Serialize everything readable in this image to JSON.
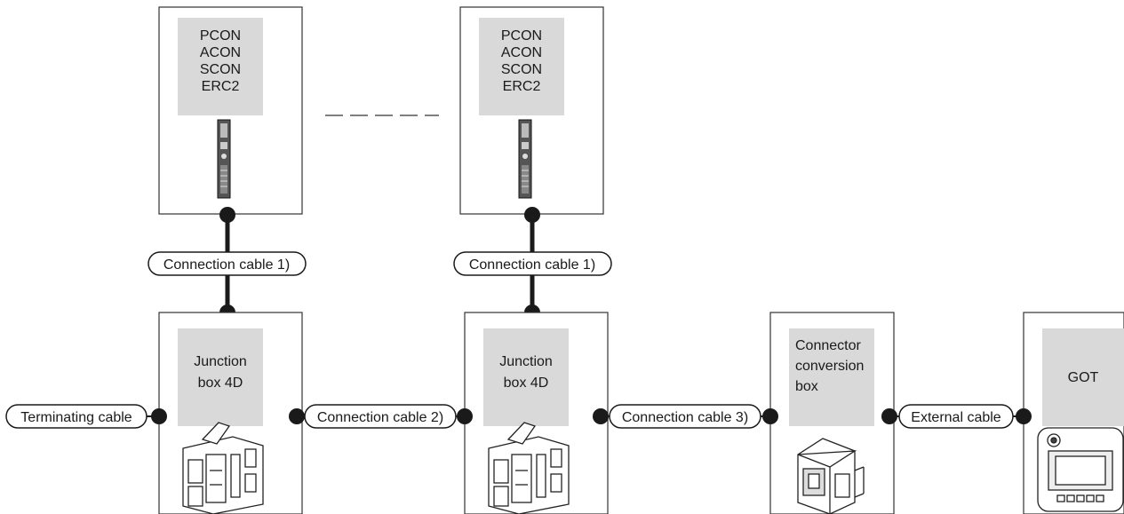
{
  "controllers": [
    {
      "lines": [
        "PCON",
        "ACON",
        "SCON",
        "ERC2"
      ]
    },
    {
      "lines": [
        "PCON",
        "ACON",
        "SCON",
        "ERC2"
      ]
    }
  ],
  "junctions": [
    {
      "lines": [
        "Junction",
        "box 4D"
      ]
    },
    {
      "lines": [
        "Junction",
        "box 4D"
      ]
    }
  ],
  "converter": {
    "lines": [
      "Connector",
      "conversion",
      "box"
    ]
  },
  "got": {
    "label": "GOT"
  },
  "cables": {
    "conn1_left": "Connection cable 1)",
    "conn1_right": "Connection cable 1)",
    "terminating": "Terminating cable",
    "conn2": "Connection cable 2)",
    "conn3": "Connection cable 3)",
    "external": "External cable"
  }
}
